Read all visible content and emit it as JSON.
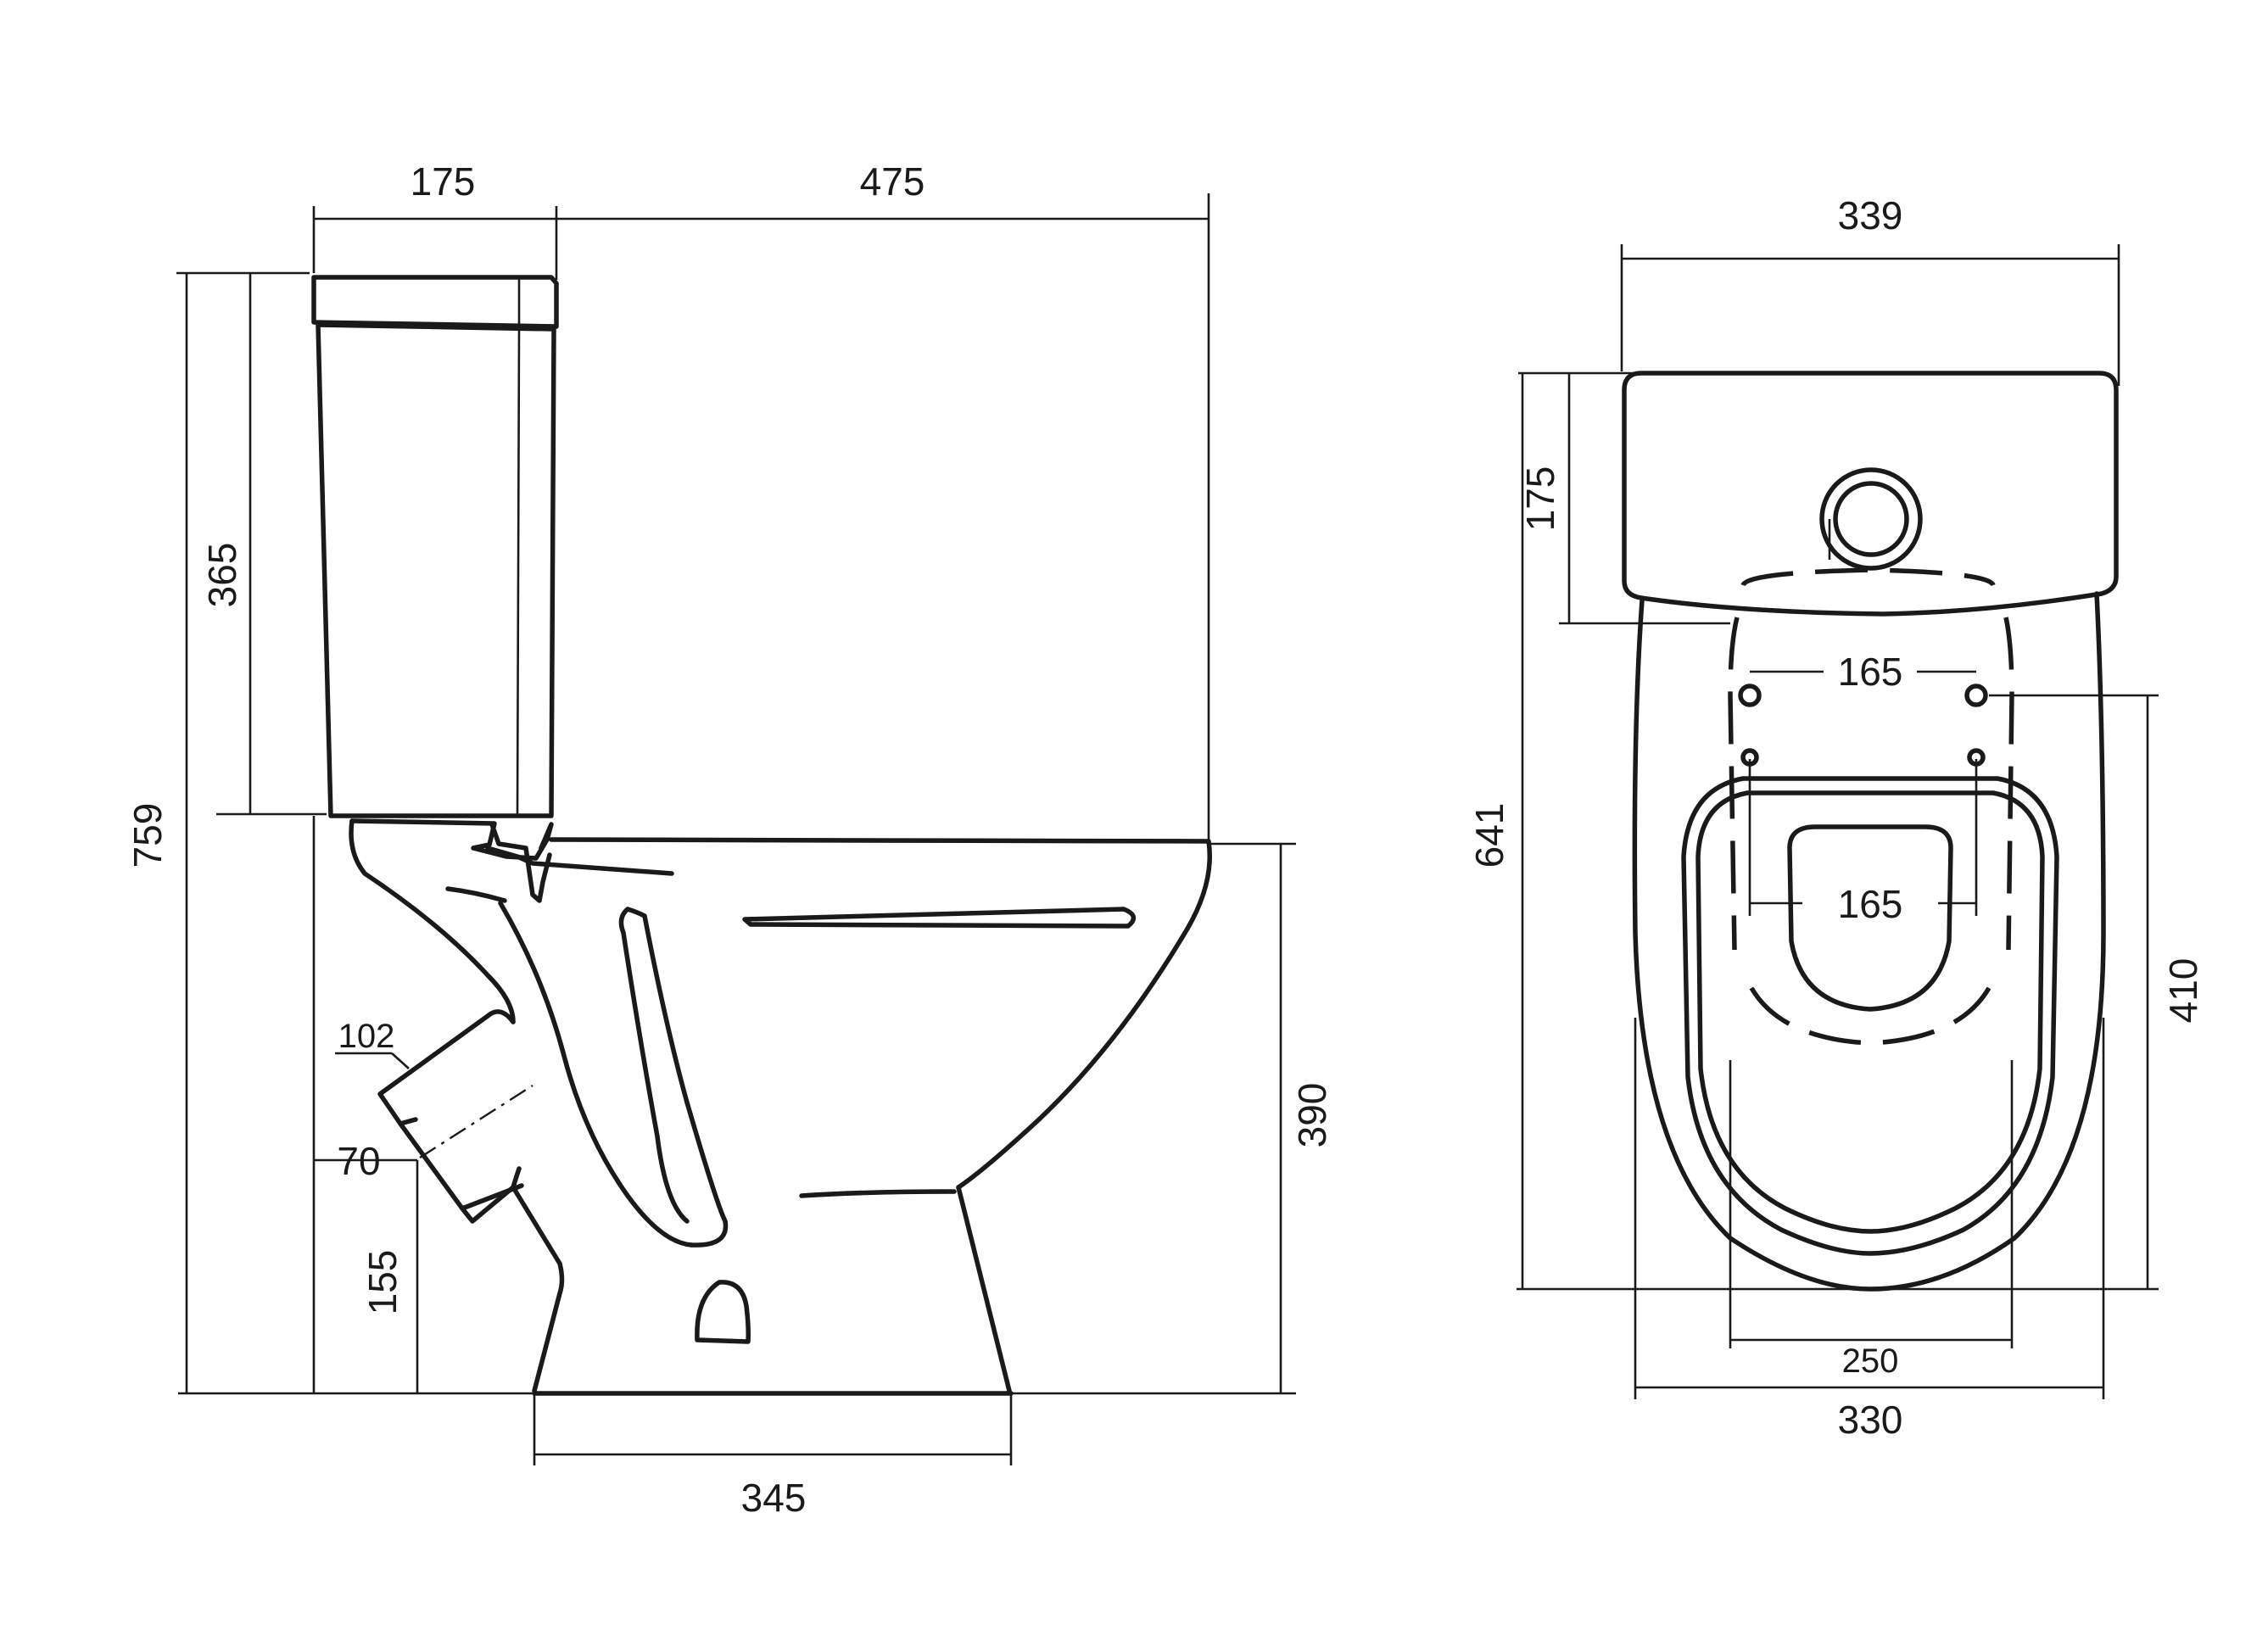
{
  "side_view": {
    "tank_depth": "175",
    "projection": "475",
    "tank_height": "365",
    "total_height": "759",
    "outlet_diameter": "102",
    "outlet_inner": "70",
    "outlet_height": "155",
    "seat_height": "390",
    "base_width": "345"
  },
  "top_view": {
    "tank_width": "339",
    "tank_depth": "175",
    "total_length": "641",
    "bolt_spacing_top": "165",
    "bolt_spacing_seat": "165",
    "bowl_length": "410",
    "inner_width": "250",
    "bowl_width": "330"
  }
}
